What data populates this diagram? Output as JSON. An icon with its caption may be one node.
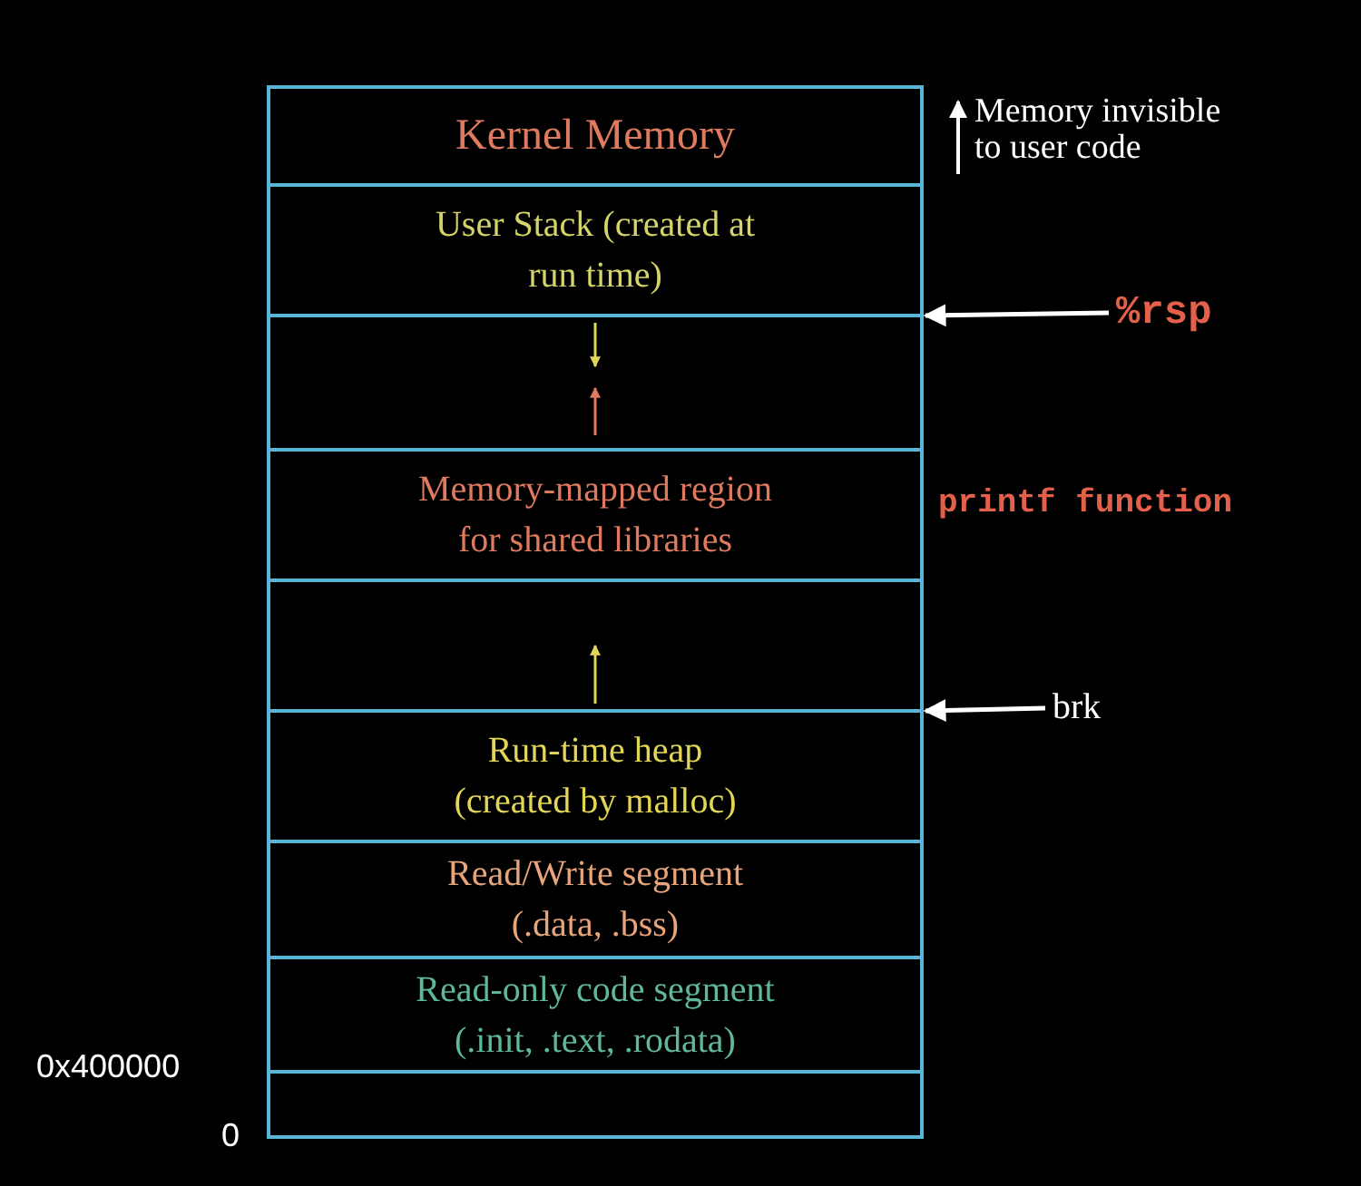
{
  "diagram": {
    "nodes": [
      {
        "text": [
          "Kernel Memory"
        ]
      },
      {
        "text": [
          "User Stack (created at run time)"
        ]
      },
      {
        "text": [],
        "shape": "box"
      },
      {
        "text": [
          "Memory-mapped region for shared libraries"
        ]
      },
      {
        "text": [],
        "shape": "box"
      },
      {
        "text": [
          "Run-time heap (created by malloc)"
        ]
      },
      {
        "text": [
          "Read/Write segment (.data, .bss)"
        ]
      },
      {
        "text": [
          "Read-only code segment (.init, .text, .rodata)"
        ]
      },
      {
        "text": [],
        "shape": "box"
      },
      {
        "text": [
          "%rsp"
        ]
      },
      {
        "text": [
          "brk"
        ]
      }
    ],
    "edges": [
      {
        "from": 9,
        "to": 1,
        "arrow": "to"
      },
      {
        "from": 10,
        "to": 4,
        "arrow": "to"
      }
    ],
    "labels": [
      "Memory invisible to user code",
      "printf function",
      "0x400000",
      "0"
    ]
  }
}
